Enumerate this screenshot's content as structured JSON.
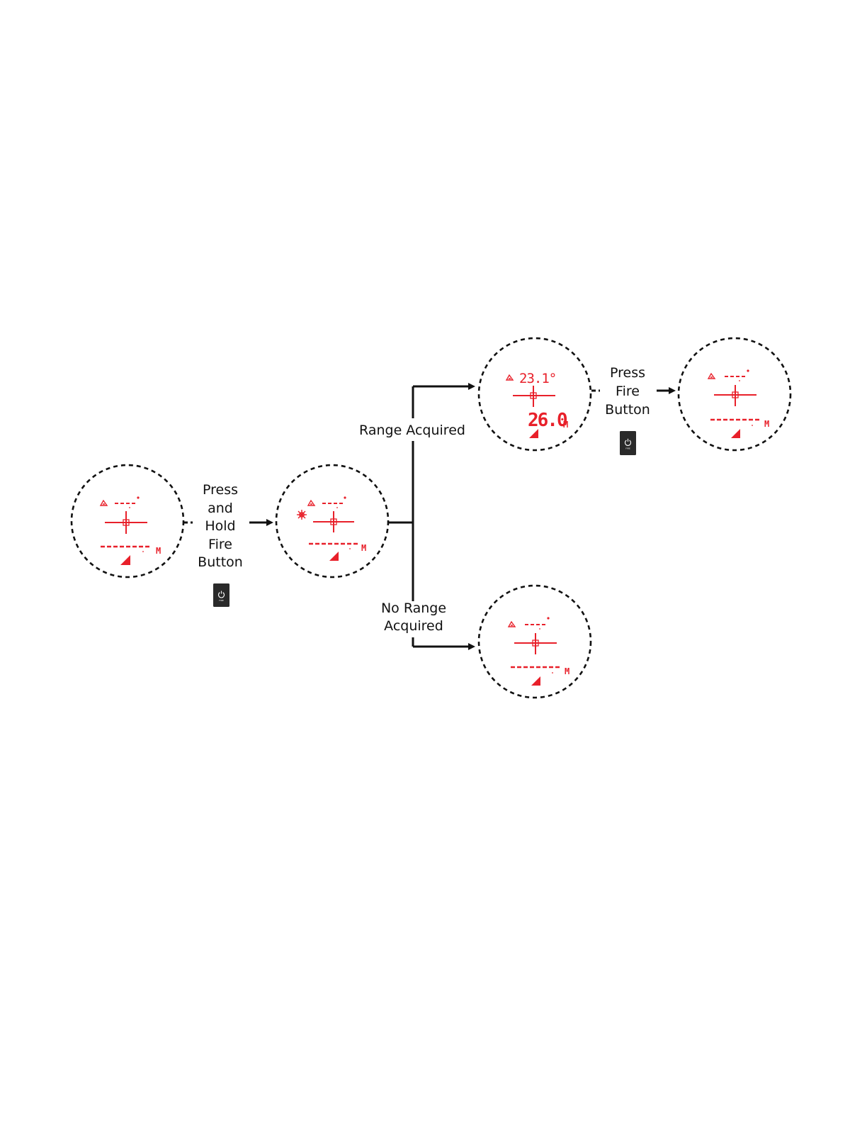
{
  "labels": {
    "press_hold_1": "Press",
    "press_hold_2": "and",
    "press_hold_3": "Hold",
    "press_hold_4": "Fire",
    "press_hold_5": "Button",
    "range_acquired": "Range Acquired",
    "no_range_1": "No Range",
    "no_range_2": "Acquired",
    "press_fire_1": "Press",
    "press_fire_2": "Fire",
    "press_fire_3": "Button"
  },
  "readouts": {
    "angle_value": "23.1°",
    "distance_value": "26.0",
    "unit_m": "M"
  },
  "button": {
    "fire_label": "FIRE"
  },
  "colors": {
    "display_red": "#e8202a",
    "line_black": "#111111",
    "button_dark": "#2a2a2a"
  }
}
